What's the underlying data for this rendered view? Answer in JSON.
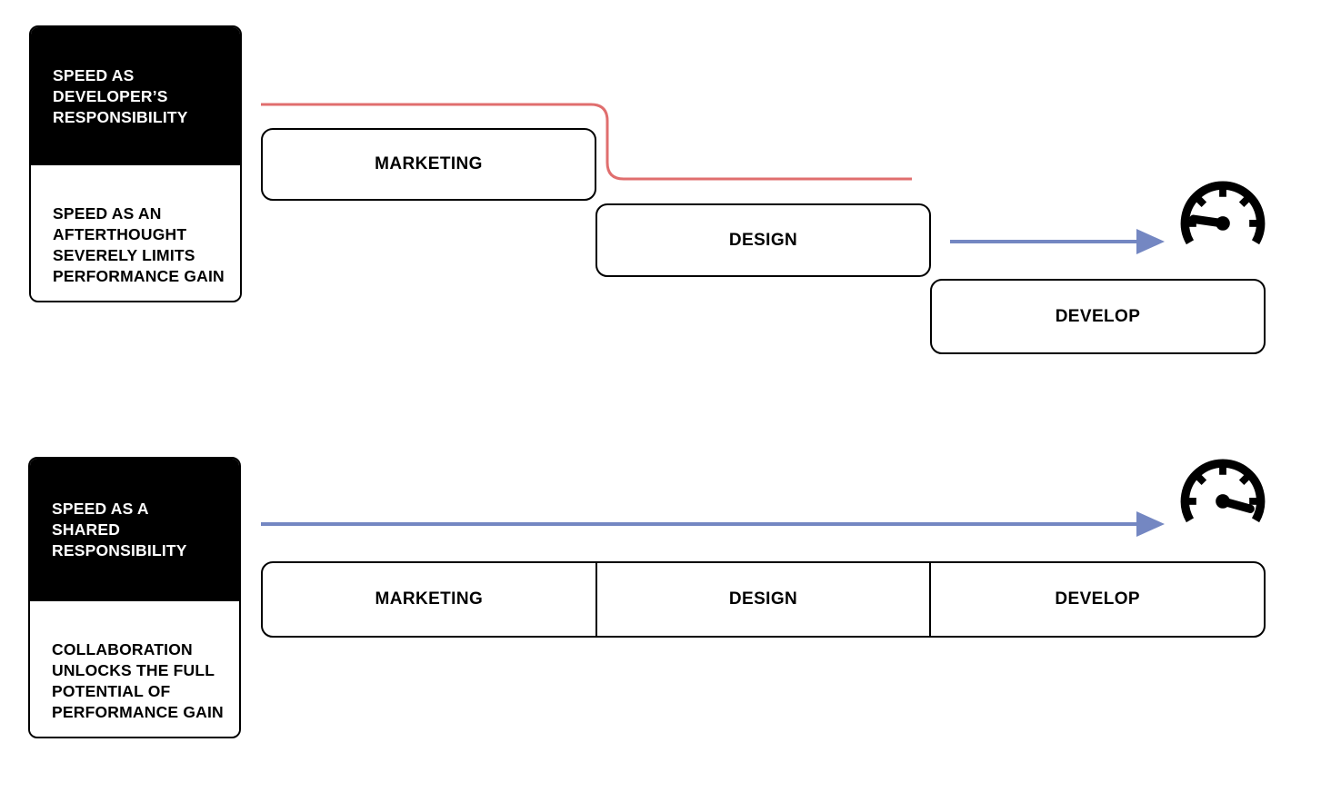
{
  "diagram": {
    "background": "#ffffff",
    "colors": {
      "line_red": "#E06E6E",
      "line_blue": "#7487C2",
      "ink": "#000000"
    },
    "top_scenario": {
      "title_lines": [
        "SPEED AS",
        "DEVELOPER’S",
        "RESPONSIBILITY"
      ],
      "description_lines": [
        "SPEED AS AN",
        "AFTERTHOUGHT",
        "SEVERELY LIMITS",
        "PERFORMANCE GAIN"
      ],
      "phases": [
        "MARKETING",
        "DESIGN",
        "DEVELOP"
      ],
      "speedometer": "slow"
    },
    "bottom_scenario": {
      "title_lines": [
        "SPEED AS A",
        "SHARED",
        "RESPONSIBILITY"
      ],
      "description_lines": [
        "COLLABORATION",
        "UNLOCKS THE FULL",
        "POTENTIAL OF",
        "PERFORMANCE GAIN"
      ],
      "phases": [
        "MARKETING",
        "DESIGN",
        "DEVELOP"
      ],
      "speedometer": "fast"
    }
  }
}
